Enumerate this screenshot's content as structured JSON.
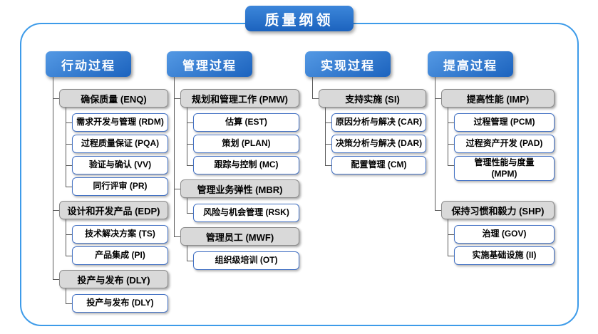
{
  "title": "质量纲领",
  "colors": {
    "header_blue": "#3C86DA",
    "header_blue_dark": "#1C63BE",
    "frame_border": "#3D9BE9",
    "group_gray": "#D9D9D9",
    "group_border": "#8C8C8C",
    "leaf_border": "#4472C4",
    "line": "#595959"
  },
  "columns": [
    {
      "header": "行动过程",
      "groups": [
        {
          "label": "确保质量 (ENQ)",
          "children": [
            "需求开发与管理 (RDM)",
            "过程质量保证 (PQA)",
            "验证与确认 (VV)",
            "同行评审 (PR)"
          ]
        },
        {
          "label": "设计和开发产品 (EDP)",
          "children": [
            "技术解决方案 (TS)",
            "产品集成 (PI)"
          ]
        },
        {
          "label": "投产与发布 (DLY)",
          "children": [
            "投产与发布 (DLY)"
          ]
        }
      ]
    },
    {
      "header": "管理过程",
      "groups": [
        {
          "label": "规划和管理工作 (PMW)",
          "children": [
            "估算 (EST)",
            "策划 (PLAN)",
            "跟踪与控制 (MC)"
          ]
        },
        {
          "label": "管理业务弹性 (MBR)",
          "children": [
            "风险与机会管理 (RSK)"
          ]
        },
        {
          "label": "管理员工 (MWF)",
          "children": [
            "组织级培训 (OT)"
          ]
        }
      ]
    },
    {
      "header": "实现过程",
      "groups": [
        {
          "label": "支持实施 (SI)",
          "children": [
            "原因分析与解决 (CAR)",
            "决策分析与解决 (DAR)",
            "配置管理 (CM)"
          ]
        }
      ]
    },
    {
      "header": "提高过程",
      "groups": [
        {
          "label": "提高性能 (IMP)",
          "children": [
            "过程管理 (PCM)",
            "过程资产开发 (PAD)",
            "管理性能与度量\n(MPM)"
          ]
        },
        {
          "label": "保持习惯和毅力 (SHP)",
          "children": [
            "治理 (GOV)",
            "实施基础设施 (II)"
          ]
        }
      ]
    }
  ]
}
